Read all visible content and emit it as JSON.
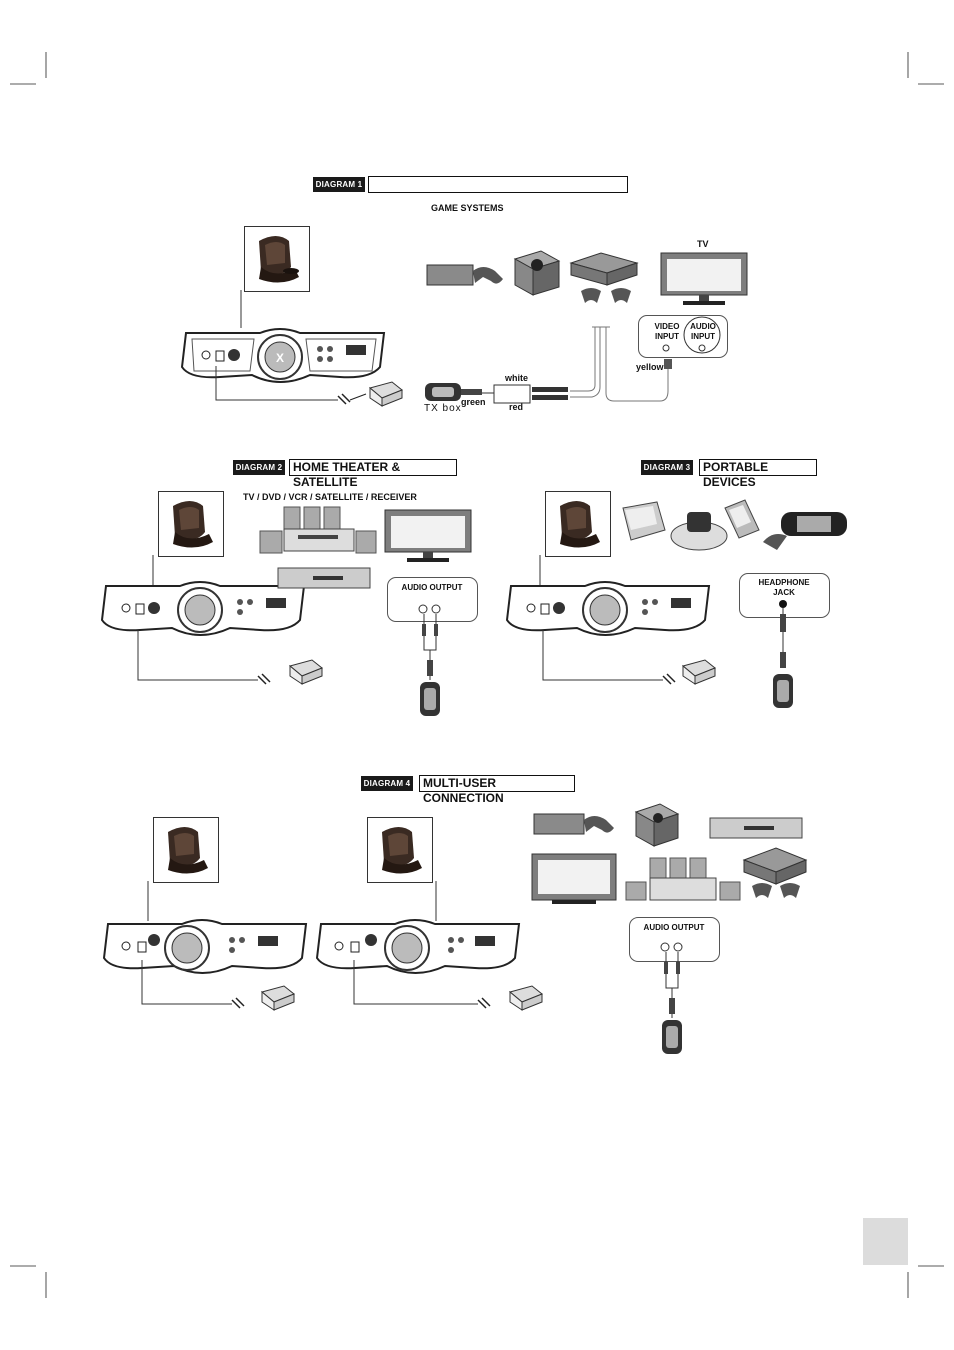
{
  "diagram1": {
    "tag": "DIAGRAM 1",
    "title": "",
    "game_systems": "GAME SYSTEMS",
    "tv": "TV",
    "video_input": "VIDEO INPUT",
    "audio_input": "AUDIO INPUT",
    "yellow": "yellow",
    "white": "white",
    "green": "green",
    "red": "red",
    "tx_box": "TX box"
  },
  "diagram2": {
    "tag": "DIAGRAM 2",
    "title": "HOME THEATER & SATELLITE",
    "devices": "TV / DVD / VCR / SATELLITE / RECEIVER",
    "audio_output": "AUDIO OUTPUT"
  },
  "diagram3": {
    "tag": "DIAGRAM 3",
    "title": "PORTABLE DEVICES",
    "headphone_jack": "HEADPHONE JACK"
  },
  "diagram4": {
    "tag": "DIAGRAM 4",
    "title": "MULTI-USER CONNECTION",
    "audio_output": "AUDIO OUTPUT"
  },
  "colors": {
    "ink": "#1a1a1a",
    "device_gray": "#9a9a9a",
    "page_box": "#dcdcdc"
  }
}
